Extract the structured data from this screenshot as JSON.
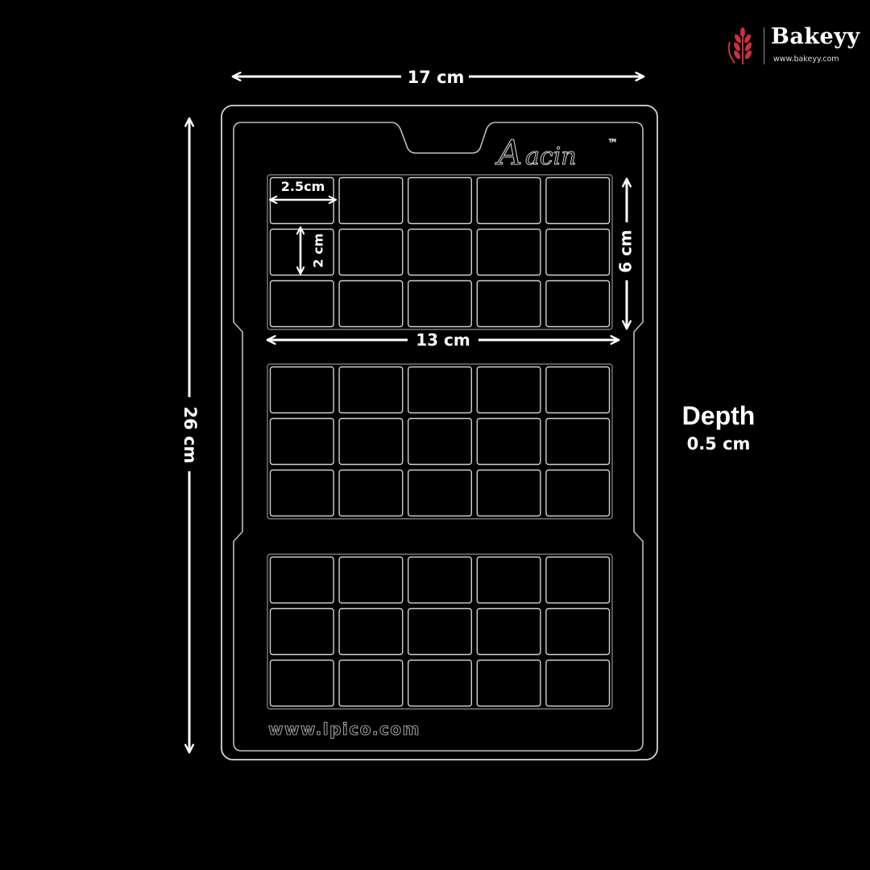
{
  "brand": {
    "name": "Bakeyy",
    "url": "www.bakeyy.com",
    "accent_color": "#c8323c",
    "icon": "wheat-icon"
  },
  "mold": {
    "logo_text": "acin",
    "logo_initial": "A",
    "trademark": "™",
    "imprint_url": "www.lpico.com",
    "sections": 3,
    "rows_per_section": 3,
    "columns": 5
  },
  "dimensions": {
    "width": "17 cm",
    "height": "26 cm",
    "section_width": "13 cm",
    "section_height": "6 cm",
    "cell_width": "2.5cm",
    "cell_height": "2 cm"
  },
  "depth": {
    "title": "Depth",
    "value": "0.5 cm"
  }
}
